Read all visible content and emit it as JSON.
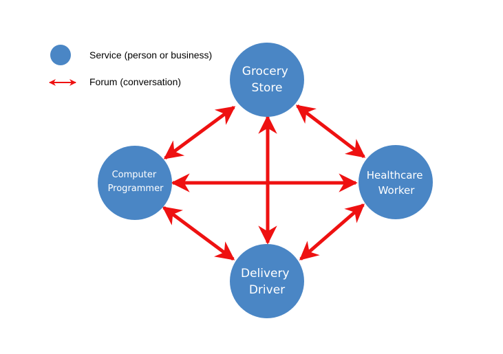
{
  "legend": {
    "service_label": "Service (person or business)",
    "forum_label": "Forum (conversation)"
  },
  "nodes": {
    "grocery": {
      "line1": "Grocery",
      "line2": "Store"
    },
    "computer": {
      "line1": "Computer",
      "line2": "Programmer"
    },
    "healthcare": {
      "line1": "Healthcare",
      "line2": "Worker"
    },
    "delivery": {
      "line1": "Delivery",
      "line2": "Driver"
    }
  },
  "connections": [
    [
      "grocery",
      "computer"
    ],
    [
      "grocery",
      "healthcare"
    ],
    [
      "grocery",
      "delivery"
    ],
    [
      "computer",
      "healthcare"
    ],
    [
      "computer",
      "delivery"
    ],
    [
      "healthcare",
      "delivery"
    ]
  ],
  "colors": {
    "node": "#4a86c5",
    "arrow": "#ee1111",
    "text": "#ffffff"
  },
  "icons": {
    "service": "circle-icon",
    "forum": "double-arrow-icon"
  }
}
